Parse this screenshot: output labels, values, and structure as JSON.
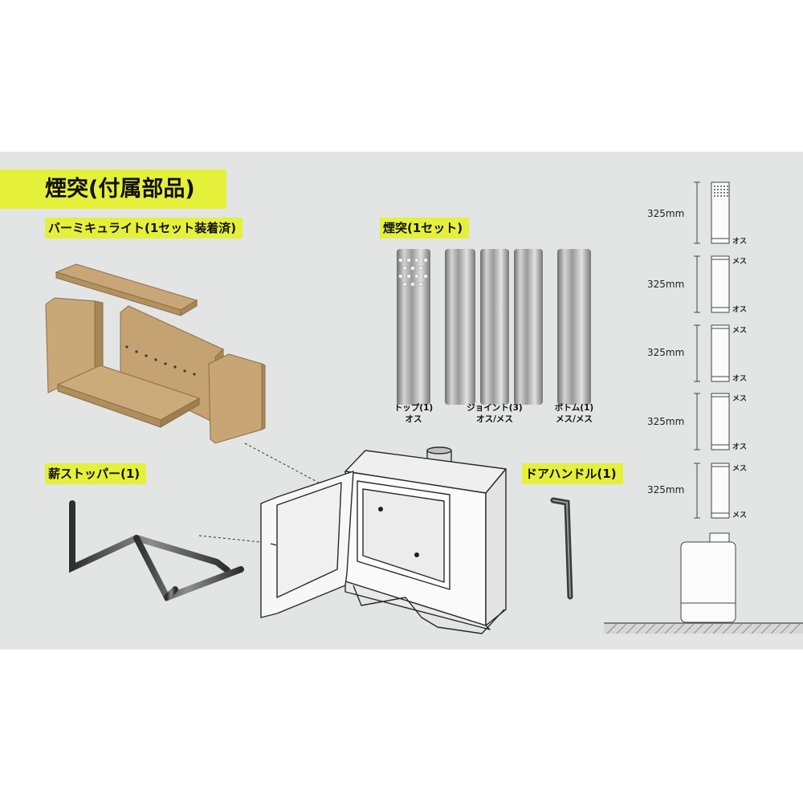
{
  "title": "煙突(付属部品)",
  "sections": {
    "vermiculite": "バーミキュライト(1セット装着済)",
    "chimney": "煙突(1セット)",
    "stopper": "薪ストッパー(1)",
    "handle": "ドアハンドル(1)"
  },
  "pipes": [
    {
      "name": "トップ(1)",
      "type": "オス"
    },
    {
      "name": "ジョイント(3)",
      "type": "オス/メス"
    },
    {
      "name": "ボトム(1)",
      "type": "メス/メス"
    }
  ],
  "stack": {
    "dimension": "325mm",
    "segments": [
      {
        "top_tag": "",
        "bottom_tag": "オス"
      },
      {
        "top_tag": "メス",
        "bottom_tag": "オス"
      },
      {
        "top_tag": "メス",
        "bottom_tag": "オス"
      },
      {
        "top_tag": "メス",
        "bottom_tag": "オス"
      },
      {
        "top_tag": "メス",
        "bottom_tag": "メス"
      }
    ]
  },
  "colors": {
    "panel_bg": "#e3e4e4",
    "highlight": "#e5f03a",
    "vermiculite": "#c9a878",
    "pipe_metal": "#9c9c9c"
  }
}
